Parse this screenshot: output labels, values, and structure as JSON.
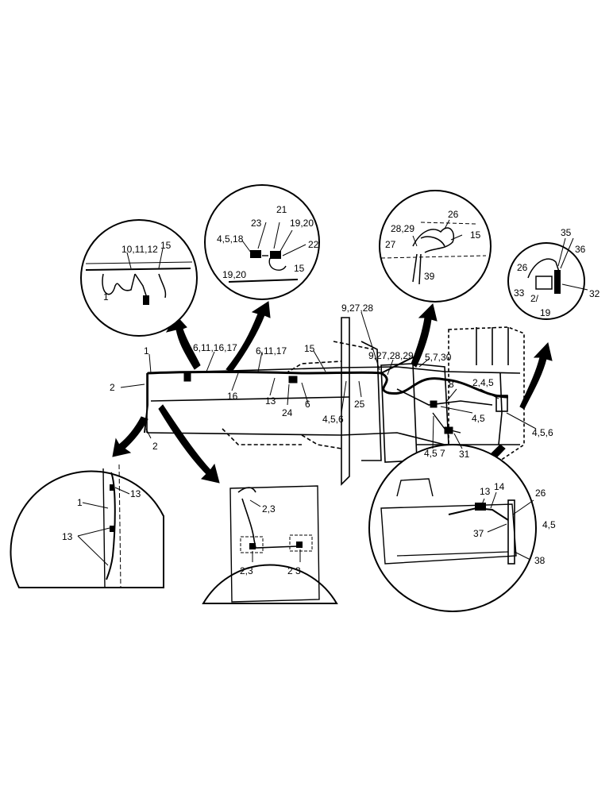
{
  "callouts": {
    "top_left": [
      "10,11,12",
      "15",
      "1"
    ],
    "top_center": [
      "21",
      "23",
      "19,20",
      "4,5,18",
      "22",
      "19,20",
      "15"
    ],
    "top_right": [
      "26",
      "28,29",
      "15",
      "27",
      "39"
    ],
    "far_right": [
      "35",
      "36",
      "26",
      "33",
      "32",
      "2/",
      "19"
    ],
    "bottom_left": [
      "1",
      "13",
      "13"
    ],
    "bottom_center": [
      "2,3",
      "2,3",
      "2 3"
    ],
    "bottom_right": [
      "13",
      "14",
      "26",
      "37",
      "4,5",
      "38"
    ]
  },
  "main": [
    "1",
    "2",
    "2",
    "6,11,16,17",
    "6,11,17",
    "16",
    "13",
    "24",
    "6",
    "15",
    "9,27,28",
    "9,27,28,29",
    "5,7,30",
    "25",
    "4,5,6",
    "8",
    "4,5",
    "4,5 7",
    "31",
    "2,4,5",
    "4,5,6"
  ]
}
